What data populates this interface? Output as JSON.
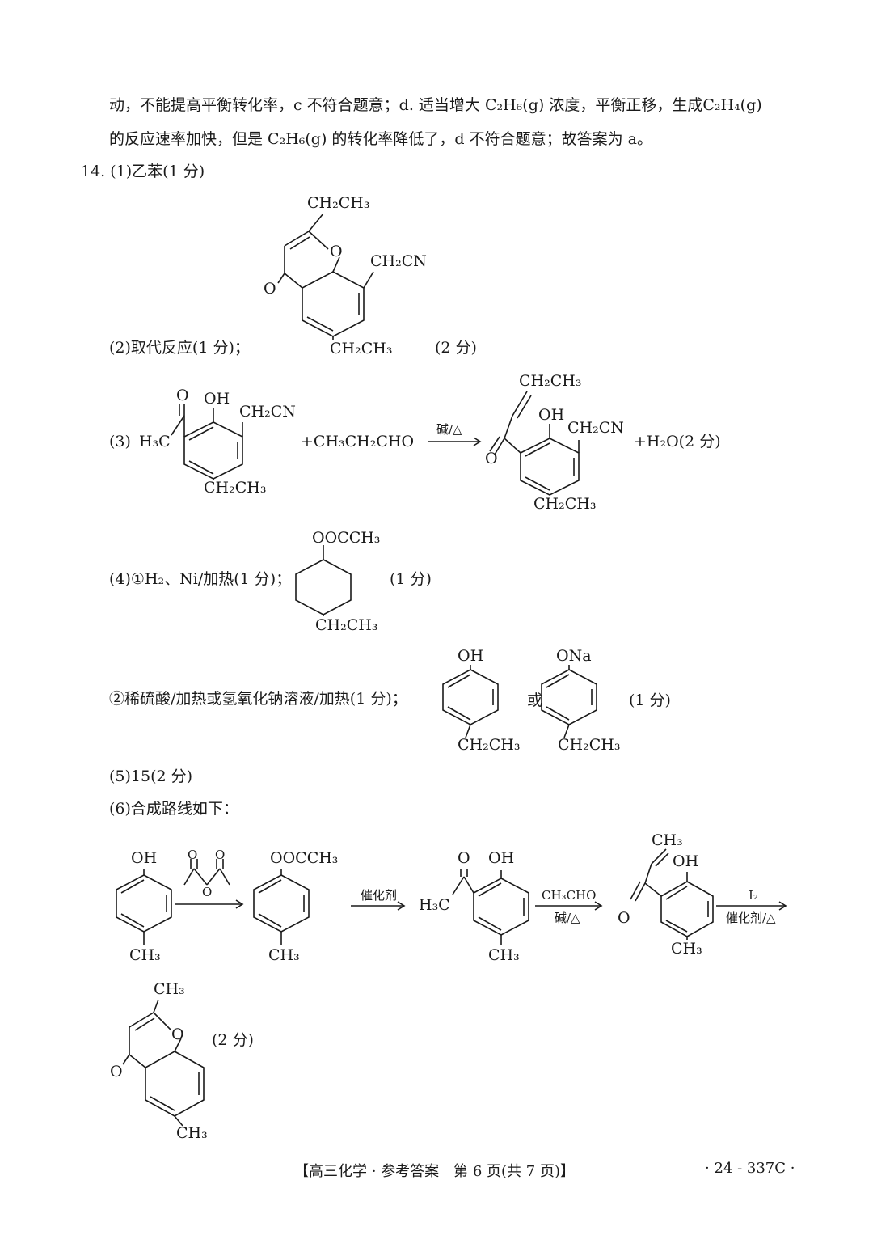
{
  "para": {
    "line1": "动，不能提高平衡转化率，c 不符合题意；d. 适当增大 C₂H₆(g) 浓度，平衡正移，生成C₂H₄(g)",
    "line2": "的反应速率加快，但是 C₂H₆(g) 的转化率降低了，d 不符合题意；故答案为 a。"
  },
  "q14": {
    "p1": "14. (1)乙苯(1 分)",
    "p2": "(2)取代反应(1 分)；",
    "p2_score": "(2 分)",
    "p3_label": "(3)",
    "p3_reagent": "+CH₃CH₂CHO",
    "p3_condition": "碱/△",
    "p3_tail": "+H₂O(2 分)",
    "p4a": "(4)①H₂、Ni/加热(1 分)；",
    "p4a_score": "(1 分)",
    "p4b": "②稀硫酸/加热或氢氧化钠溶液/加热(1 分)；",
    "p4b_or": "或",
    "p4b_score": "(1 分)",
    "p5": "(5)15(2 分)",
    "p6": "(6)合成路线如下：",
    "p6_step2": "催化剂",
    "p6_step3_top": "CH₃CHO",
    "p6_step3_bottom": "碱/△",
    "p6_step4_top": "I₂",
    "p6_step4_bottom": "催化剂/△",
    "p6_score": "(2 分)"
  },
  "chem": {
    "ch2ch3": "CH₂CH₃",
    "ch2cn": "CH₂CN",
    "ch3": "CH₃",
    "h3c": "H₃C",
    "oh": "OH",
    "o": "O",
    "ooccch3": "OOCCH₃",
    "ona": "ONa"
  },
  "footer": {
    "center": "【高三化学 · 参考答案　第 6 页(共 7 页)】",
    "right": "· 24 - 337C ·"
  }
}
